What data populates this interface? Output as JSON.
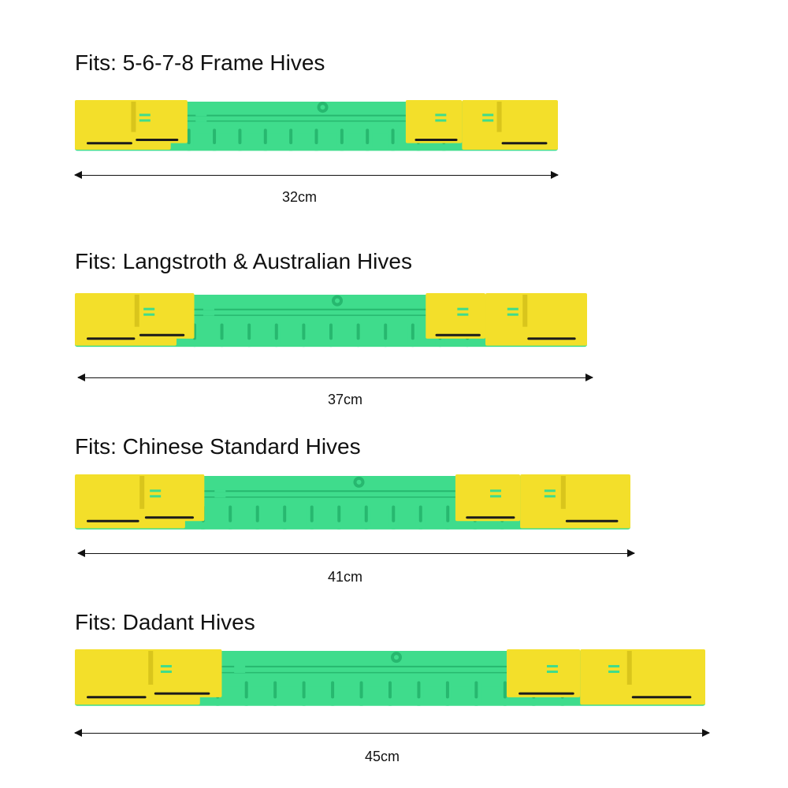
{
  "colors": {
    "yellow": "#f3df2a",
    "yellow_dark": "#d9c51c",
    "green": "#3fdc8c",
    "green_dark": "#27b86f",
    "background": "#ffffff"
  },
  "sections": [
    {
      "title": "Fits: 5-6-7-8 Frame Hives",
      "length": "32cm"
    },
    {
      "title": "Fits: Langstroth & Australian Hives",
      "length": "37cm"
    },
    {
      "title": "Fits: Chinese Standard Hives",
      "length": "41cm"
    },
    {
      "title": "Fits: Dadant Hives",
      "length": "45cm"
    }
  ]
}
